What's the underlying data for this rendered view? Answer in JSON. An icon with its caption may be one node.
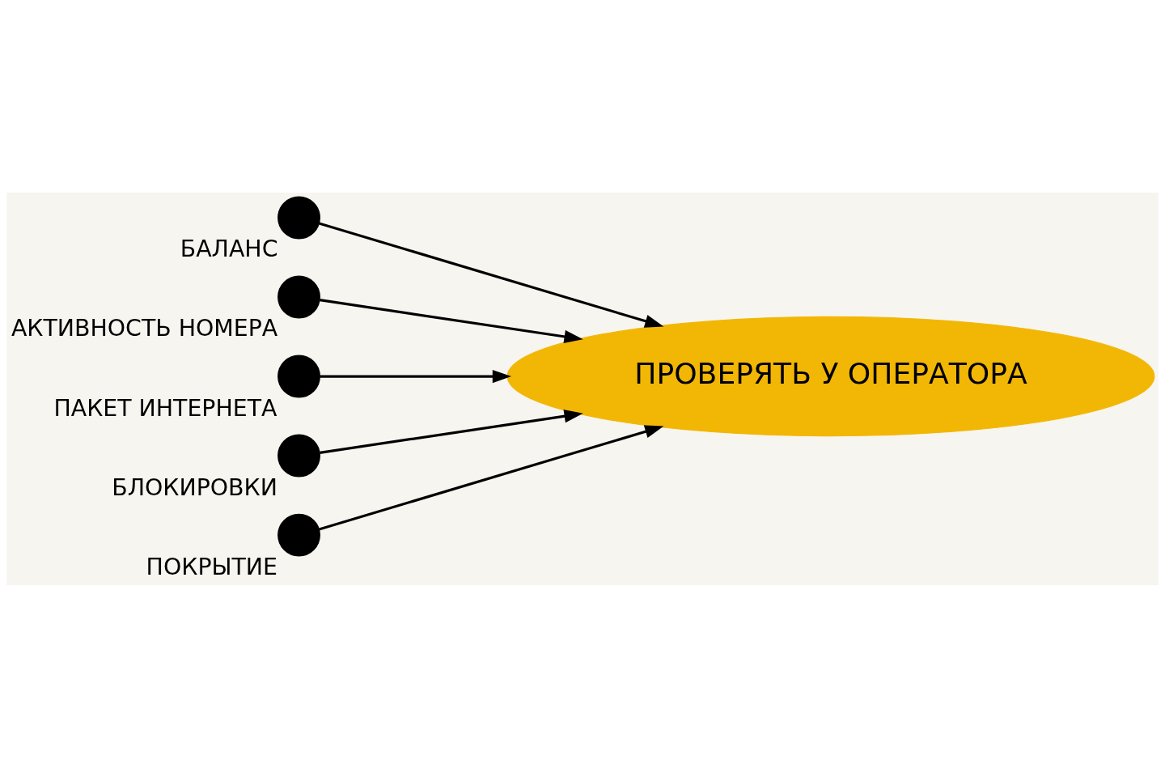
{
  "diagram": {
    "nodes": [
      {
        "text": [],
        "shape": "circle",
        "beside": [
          "БАЛАНС"
        ]
      },
      {
        "text": [],
        "shape": "circle",
        "beside": [
          "АКТИВНОСТЬ НОМЕРА"
        ]
      },
      {
        "text": [],
        "shape": "circle",
        "beside": [
          "ПАКЕТ ИНТЕРНЕТА"
        ]
      },
      {
        "text": [],
        "shape": "circle",
        "beside": [
          "БЛОКИРОВКИ"
        ]
      },
      {
        "text": [],
        "shape": "circle",
        "beside": [
          "ПОКРЫТИЕ"
        ]
      },
      {
        "text": [
          "ПРОВЕРЯТЬ У ОПЕРАТОРА"
        ]
      }
    ],
    "edges": [
      {
        "from": 0,
        "to": 5,
        "arrow": "to"
      },
      {
        "from": 1,
        "to": 5,
        "arrow": "to"
      },
      {
        "from": 2,
        "to": 5,
        "arrow": "to"
      },
      {
        "from": 3,
        "to": 5,
        "arrow": "to"
      },
      {
        "from": 4,
        "to": 5,
        "arrow": "to"
      }
    ]
  }
}
